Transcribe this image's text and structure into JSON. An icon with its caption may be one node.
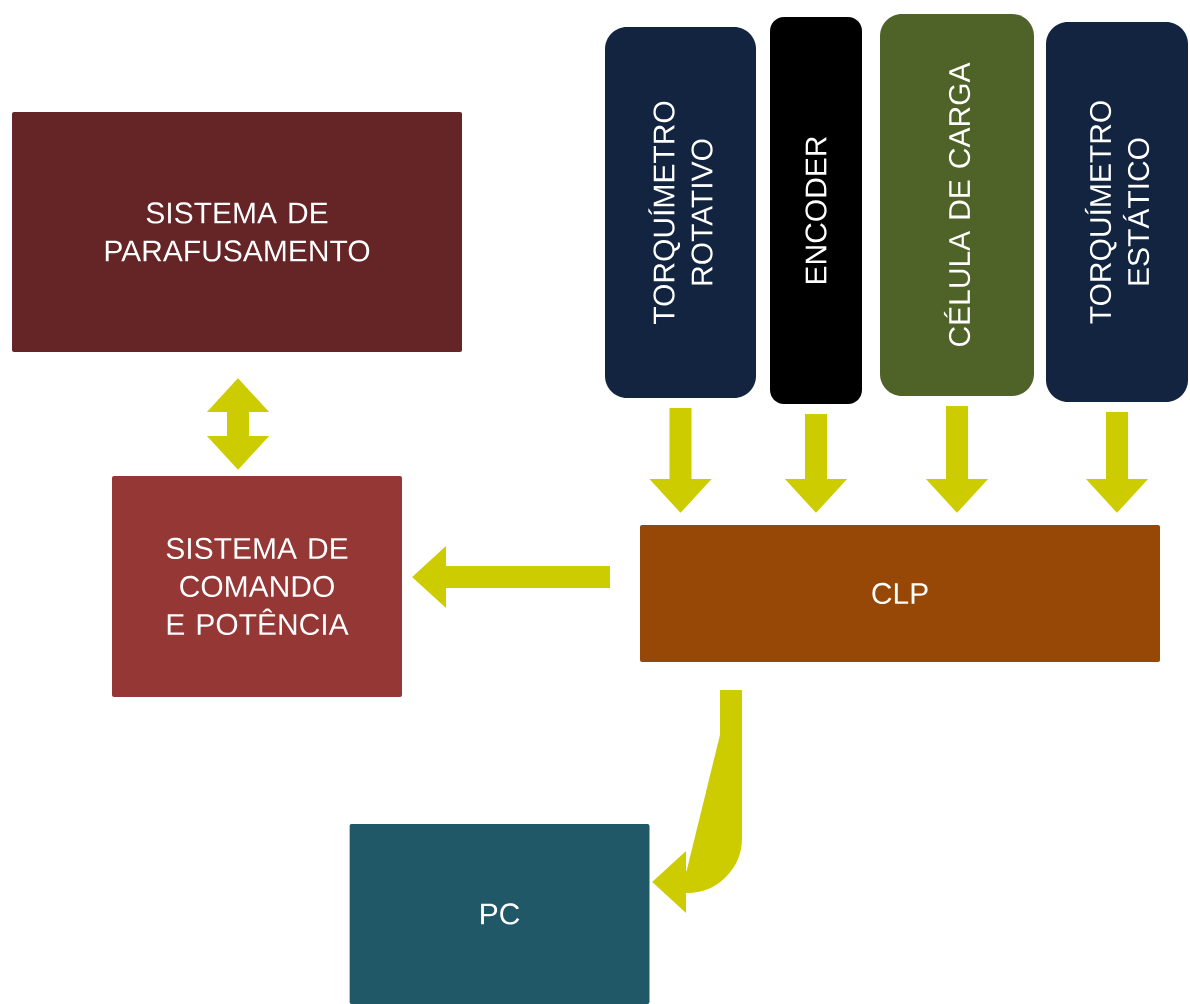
{
  "diagram": {
    "nodes": [
      {
        "text": [
          "SISTEMA DE PARAFUSAMENTO"
        ]
      },
      {
        "text": [
          "SISTEMA DE COMANDO E POTÊNCIA"
        ]
      },
      {
        "text": [
          "TORQUÍMETRO ROTATIVO"
        ]
      },
      {
        "text": [
          "ENCODER"
        ]
      },
      {
        "text": [
          "CÉLULA DE CARGA"
        ]
      },
      {
        "text": [
          "TORQUÍMETRO ESTÁTICO"
        ]
      },
      {
        "text": [
          "CLP"
        ]
      },
      {
        "text": [
          "PC"
        ]
      }
    ],
    "edges": [
      {
        "from": 0,
        "to": 1,
        "arrow": "both"
      },
      {
        "from": 2,
        "to": 6,
        "arrow": "to"
      },
      {
        "from": 3,
        "to": 6,
        "arrow": "to"
      },
      {
        "from": 4,
        "to": 6,
        "arrow": "to"
      },
      {
        "from": 5,
        "to": 6,
        "arrow": "to"
      },
      {
        "from": 6,
        "to": 1,
        "arrow": "to"
      },
      {
        "from": 6,
        "to": 7,
        "arrow": "to"
      }
    ]
  }
}
